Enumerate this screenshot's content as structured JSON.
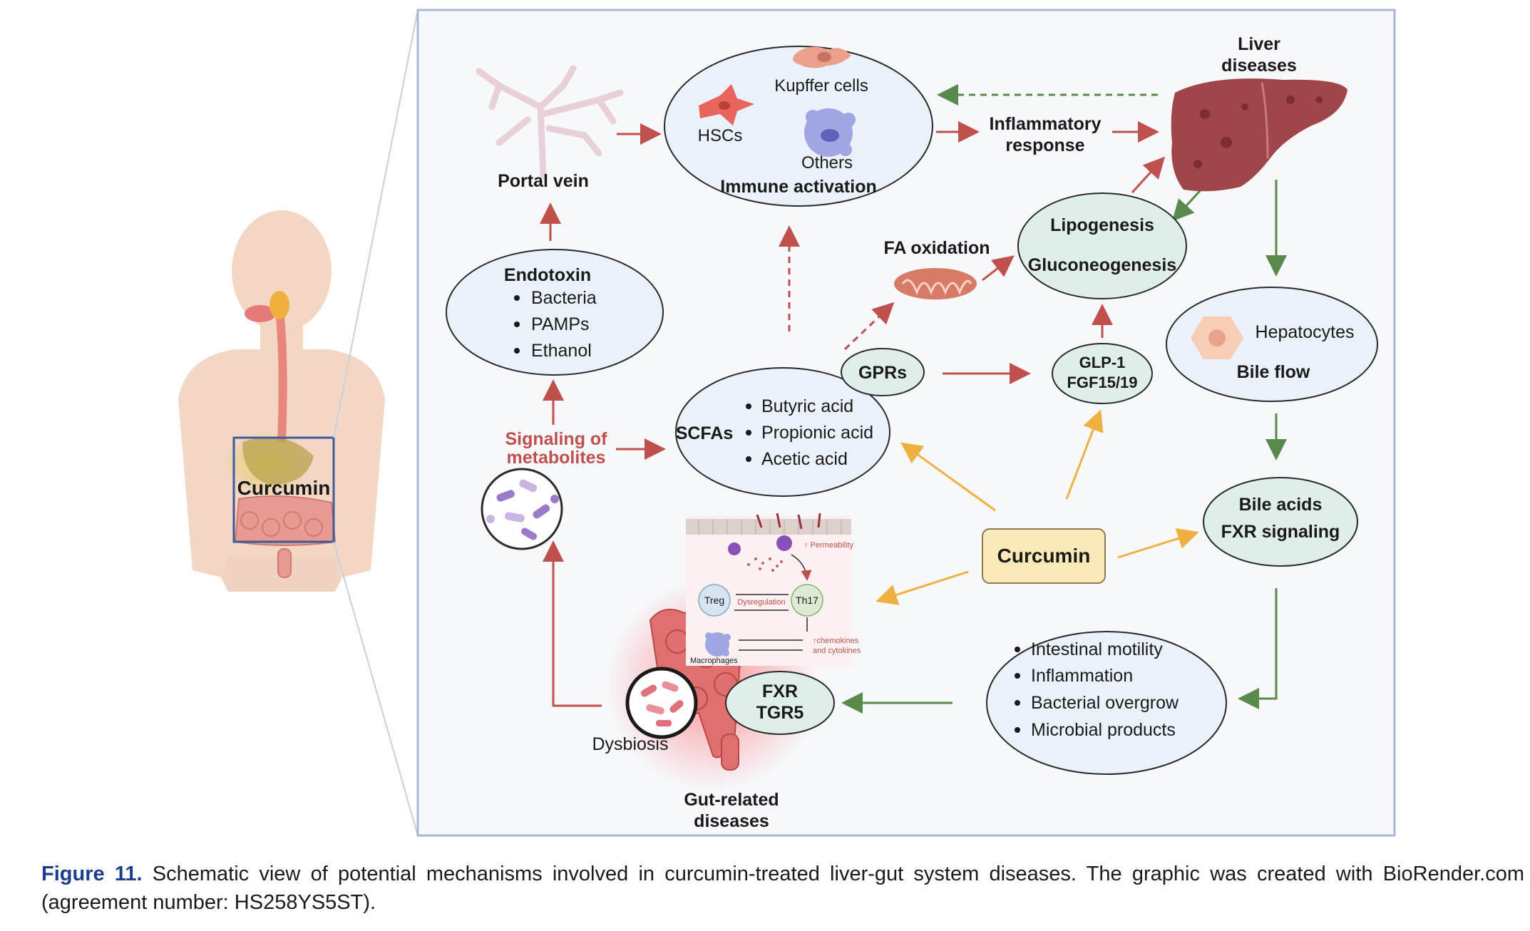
{
  "body_label": "Curcumin",
  "nodes": {
    "portal_vein": "Portal vein",
    "immune": {
      "kupffer": "Kupffer cells",
      "hscs": "HSCs",
      "others": "Others",
      "title": "Immune activation"
    },
    "inflammatory_response": [
      "Inflammatory",
      "response"
    ],
    "liver_diseases": [
      "Liver",
      "diseases"
    ],
    "fa_oxidation": "FA oxidation",
    "lipogenesis": "Lipogenesis",
    "gluconeogenesis": "Gluconeogenesis",
    "endotoxin": {
      "title": "Endotoxin",
      "items": [
        "Bacteria",
        "PAMPs",
        "Ethanol"
      ]
    },
    "gprs": "GPRs",
    "glp1": [
      "GLP-1",
      "FGF15/19"
    ],
    "hepatocytes": "Hepatocytes",
    "bile_flow": "Bile  flow",
    "scfas": {
      "title": "SCFAs",
      "items": [
        "Butyric acid",
        "Propionic acid",
        "Acetic acid"
      ]
    },
    "signaling": [
      "Signaling of",
      "metabolites"
    ],
    "curcumin": "Curcumin",
    "bile_acids": [
      "Bile acids",
      "FXR signaling"
    ],
    "inset": {
      "permeability": "↑ Permeability",
      "treg": "Treg",
      "dysregulation": "Dysregulation",
      "th17": "Th17",
      "chemokines": [
        "↑chemokines",
        "and cytokines"
      ],
      "macrophages": "Macrophages"
    },
    "intestinal": [
      "Intestinal motility",
      "Inflammation",
      "Bacterial overgrow",
      "Microbial products"
    ],
    "fxr_tgr5": [
      "FXR",
      "TGR5"
    ],
    "dysbiosis": "Dysbiosis",
    "gut_diseases": [
      "Gut-related",
      "diseases"
    ]
  },
  "caption": {
    "label": "Figure 11.",
    "text": " Schematic view of potential mechanisms involved in curcumin-treated liver-gut system diseases. The graphic was created with BioRender.com (agreement number: HS258YS5ST)."
  },
  "colors": {
    "red_arrow": "#c0504d",
    "green_arrow": "#5a8a4a",
    "orange_arrow": "#f0b040",
    "ellipse_blue": "#eaf1f8",
    "ellipse_green": "#dfeee8",
    "curcumin_box": "#fbe9b7",
    "liver": "#a0454a",
    "panel_border": "#a9b8d6"
  }
}
